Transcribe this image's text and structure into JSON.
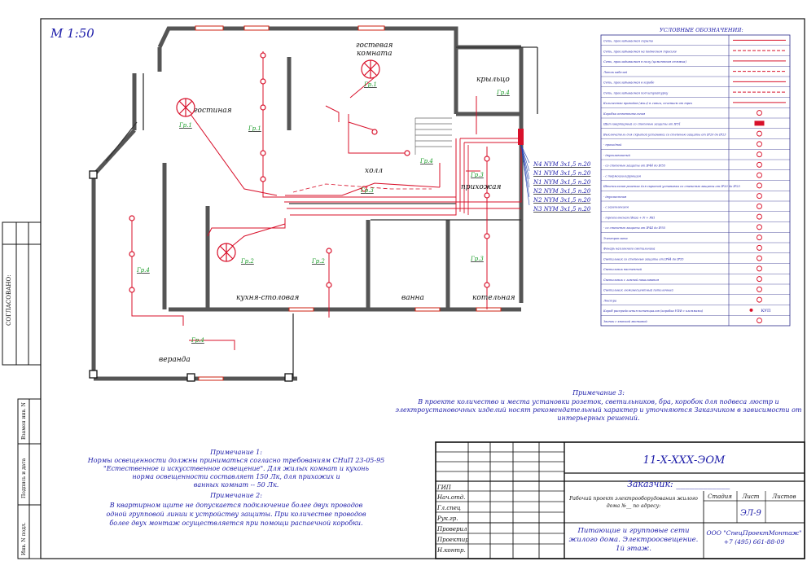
{
  "scale": "М 1:50",
  "rooms": {
    "guest": [
      "гостевая",
      "комната"
    ],
    "living": "гостиная",
    "porch": "крыльцо",
    "hall": "холл",
    "entrance": "прихожая",
    "kitchen": "кухня-столовая",
    "bath": "ванна",
    "boiler": "котельная",
    "veranda": "веранда"
  },
  "groups": {
    "living_gr1": "Гр.1",
    "guest_gr1": "Гр.1",
    "hall_gr1": "Гр.1",
    "porch_gr4": "Гр.4",
    "hall_gr4": "Гр.4",
    "hall_gr3": "Гр.3",
    "entr_gr3a": "Гр.3",
    "entr_gr3b": "Гр.3",
    "kitchen_gr2a": "Гр.2",
    "kitchen_gr2b": "Гр.2",
    "veranda_gr4a": "Гр.4",
    "veranda_gr4b": "Гр.4"
  },
  "cables": [
    "N4 NYM 3х1,5 п.20",
    "N1 NYM 3х1,5 п.20",
    "N1 NYM 3х1,5 п.20",
    "N2 NYM 3х1,5 п.20",
    "N2 NYM 3х1,5 п.20",
    "N3 NYM 3х1,5 п.20"
  ],
  "legend": {
    "title": "УСЛОВНЫЕ ОБОЗНАЧЕНИЯ:",
    "rows": [
      "Сеть, прокладываемая скрыто",
      "Сеть, прокладываемая на подвесном тросике",
      "Сеть, прокладываемая в полу (цементная стяжка)",
      "Лоток кабелей",
      "Сеть, прокладываемая в коробе",
      "Сеть, прокладываемая под штукатурку",
      "Количество проводов (жил) в линии, сечением от трех",
      "Коробка ответвительная",
      "Щит квартирный со степенью защиты от IP31",
      "Выключатель для скрытой установки со степенью защиты от IP20 до IP23",
      "- проходной",
      "- двухклавишный",
      "- со степенью защиты от IP44 до IP55",
      "- с термоизолирующим",
      "Штепсельная розетка для скрытой установки со степенью защиты от IP20 до IP23",
      "- двухместная",
      "- с заземлением",
      "- трехполюсная (Фаза + N + PE)",
      "- со степенью защиты от IP44 до IP55",
      "Электроплита",
      "Фонарь наклонного светильника",
      "Светильник со степенью защиты от IP44 до IP55",
      "Светильник настенный",
      "Светильник с лампой накаливания",
      "Светильник люминесцентный потолочный",
      "Люстра",
      "Короб распределения потенциалов (коробка УПФ с клеммами)",
      "Звонок с кнопкой звонковой"
    ],
    "kup_label": "КУП"
  },
  "note3": {
    "title": "Примечание 3:",
    "lines": [
      "В проекте количество и места установки розеток, светильников, бра, коробок для подвеса люстр и",
      "электроустановочных изделий носят рекомендательный характер и уточняются Заказчиком в зависимости от",
      "интерьерных решений."
    ]
  },
  "note1": {
    "title": "Примечание 1:",
    "lines": [
      "Нормы освещенности должны приниматься согласно требованиям СНиП 23-05-95",
      "\"Естественное и искусственное освещение\". Для жилых комнат и кухонь",
      "норма освещенности составляет 150 Лк, для прихожих и",
      "ванных комнат -- 50 Лк."
    ]
  },
  "note2": {
    "title": "Примечание 2:",
    "lines": [
      "В квартирном щите не допускается подключение более двух проводов",
      "одной групповой линии к устройству защиты. При количестве проводов",
      "более двух монтаж осуществляется при помощи распаечной коробки."
    ]
  },
  "stamp": {
    "code": "11-Х-ХХХ-ЭОМ",
    "customer": "Заказчик: ____________",
    "roles": [
      "ГИП",
      "Нач.отд.",
      "Гл.спец",
      "Рук.гр.",
      "Проверил",
      "Проектир",
      "Н.контр."
    ],
    "project": [
      "Рабочий проект электрооборудования жилого",
      "дома №__ по адресу:"
    ],
    "sheet_title": [
      "Питающие и групповые сети",
      "жилого дома. Электроосвещение.",
      "1й этаж."
    ],
    "stage_label": "Стадия",
    "sheet_label": "Лист",
    "sheets_label": "Листов",
    "sheet_code": "ЭЛ-9",
    "company": [
      "ООО \"СпецПроектМонтаж\"",
      "+7 (495) 661-88-09"
    ]
  },
  "side": {
    "approved": "СОГЛАСОВАНО:",
    "cells": [
      "Взамен инв. N",
      "Подпись и дата",
      "Инв. N подл."
    ]
  }
}
